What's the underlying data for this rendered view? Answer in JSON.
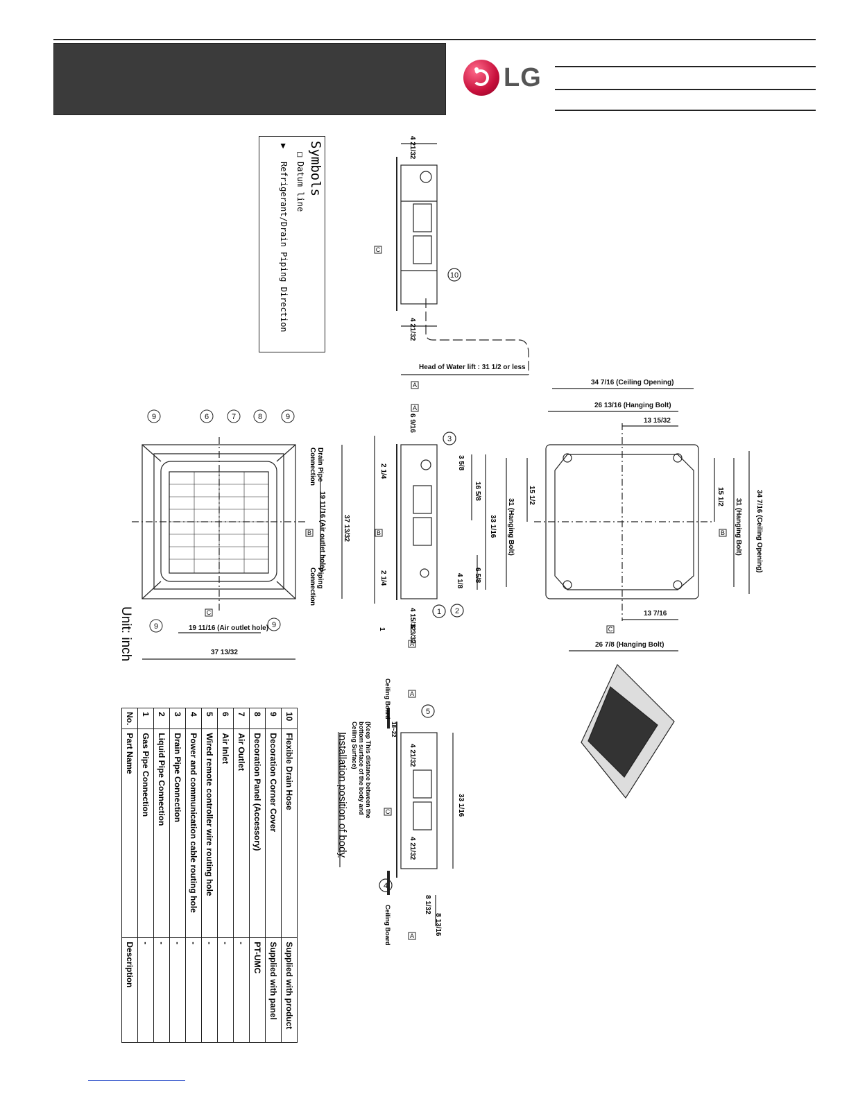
{
  "header": {
    "brand": "LG"
  },
  "symbols": {
    "title": "Symbols",
    "datum": "Datum line",
    "direction": "Refrigerant/Drain Piping Direction"
  },
  "unit_label": "Unit: inch",
  "front_view": {
    "drain_pipe": "Drain Pipe Connection",
    "piping": "Piping Connection",
    "air_outlet_v": "19 11/16 (Air outlet hole)",
    "width_v": "37 13/32",
    "air_outlet_h": "19 11/16 (Air outlet hole)",
    "width_h": "37 13/32",
    "callouts": [
      "9",
      "6",
      "7",
      "8",
      "9",
      "9",
      "9"
    ]
  },
  "side_view": {
    "dim_top": "4 21/32",
    "dim_bottom": "4 21/32",
    "head_lift": "Head of Water lift : 31 1/2 or less",
    "callout": "10"
  },
  "body_view": {
    "d1": "6 9/16",
    "d2": "2 1/4",
    "d3": "3 5/8",
    "d4": "16 5/8",
    "d5": "33 1/16",
    "d6": "4 1/8",
    "d7": "6 5/8",
    "d8": "4 15/32",
    "d9": "6 3/32",
    "d10": "1",
    "callouts": [
      "3",
      "1",
      "2"
    ]
  },
  "top_view": {
    "ceiling_w": "34 7/16 (Ceiling Opening)",
    "hanging_w": "26 13/16 (Hanging Bolt)",
    "half_w": "13 15/32",
    "ceiling_h": "34 7/16 (Ceiling Opening)",
    "hanging_h": "31 (Hanging Bolt)",
    "hanging_h2": "31 (Hanging Bolt)",
    "half_h": "15 1/2",
    "half_h2": "15 1/2",
    "half_w2": "13 7/16",
    "hanging_w2": "26 7/8 (Hanging Bolt)"
  },
  "install_view": {
    "title": "Installation position of body",
    "note": "(Keep This distance between the bottom surface of the body and Ceiling Surface)",
    "range": "18~22",
    "ceiling_board": "Ceiling Board",
    "ceiling_board2": "Ceiling Board",
    "d1": "4 21/32",
    "d2": "4 21/32",
    "d3": "33 1/16",
    "d4": "8 1/32",
    "d5": "8 13/16",
    "callouts": [
      "5",
      "4"
    ]
  },
  "parts_table": {
    "headers": [
      "No.",
      "Part Name",
      "Description"
    ],
    "rows": [
      [
        "1",
        "Gas Pipe Connection",
        "-"
      ],
      [
        "2",
        "Liquid Pipe Connection",
        "-"
      ],
      [
        "3",
        "Drain Pipe Connection",
        "-"
      ],
      [
        "4",
        "Power and communication cable routing hole",
        "-"
      ],
      [
        "5",
        "Wired remote controller wire routing hole",
        "-"
      ],
      [
        "6",
        "Air Inlet",
        "-"
      ],
      [
        "7",
        "Air Outlet",
        "-"
      ],
      [
        "8",
        "Decoration Panel (Accessory)",
        "PT-UMC"
      ],
      [
        "9",
        "Decoration Corner Cover",
        "Supplied with panel"
      ],
      [
        "10",
        "Flexible Drain Hose",
        "Supplied with product"
      ]
    ]
  },
  "datum_labels": [
    "A",
    "B",
    "C"
  ]
}
